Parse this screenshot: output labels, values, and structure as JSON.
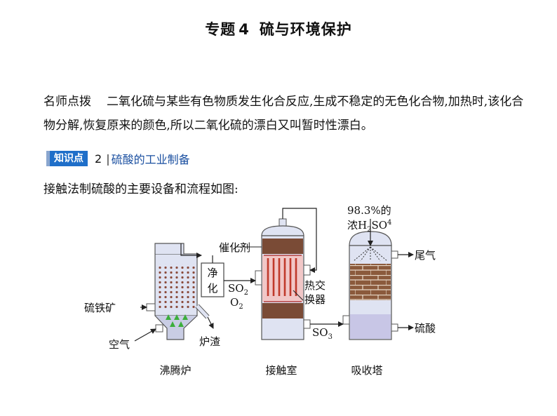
{
  "header": {
    "prefix": "专题",
    "number": "4",
    "title": "硫与环境保护"
  },
  "note": {
    "lead": "名师点拨",
    "text": "二氧化硫与某些有色物质发生化合反应,生成不稳定的无色化合物,加热时,该化合物分解,恢复原来的颜色,所以二氧化硫的漂白又叫暂时性漂白。"
  },
  "knowledge_point": {
    "badge": "知识点",
    "number": "2",
    "bar": "|",
    "title": "硫酸的工业制备"
  },
  "intro": "接触法制硫酸的主要设备和流程如图:",
  "diagram": {
    "furnace_caption": "沸腾炉",
    "chamber_caption": "接触室",
    "tower_caption": "吸收塔",
    "pyrite": "硫铁矿",
    "air": "空气",
    "slag": "炉渣",
    "purify_1": "净",
    "purify_2": "化",
    "so2": "SO",
    "so2_sub": "2",
    "o2": "O",
    "o2_sub": "2",
    "catalyst": "催化剂",
    "heat_ex_1": "热交",
    "heat_ex_2": "换器",
    "so3": "SO",
    "so3_sub": "3",
    "acid_conc": "98.3%的",
    "acid_nong": "浓H",
    "acid_h2": "2",
    "acid_so": "SO",
    "acid_4": "4",
    "tail_gas": "尾气",
    "sulfuric_acid": "硫酸"
  }
}
